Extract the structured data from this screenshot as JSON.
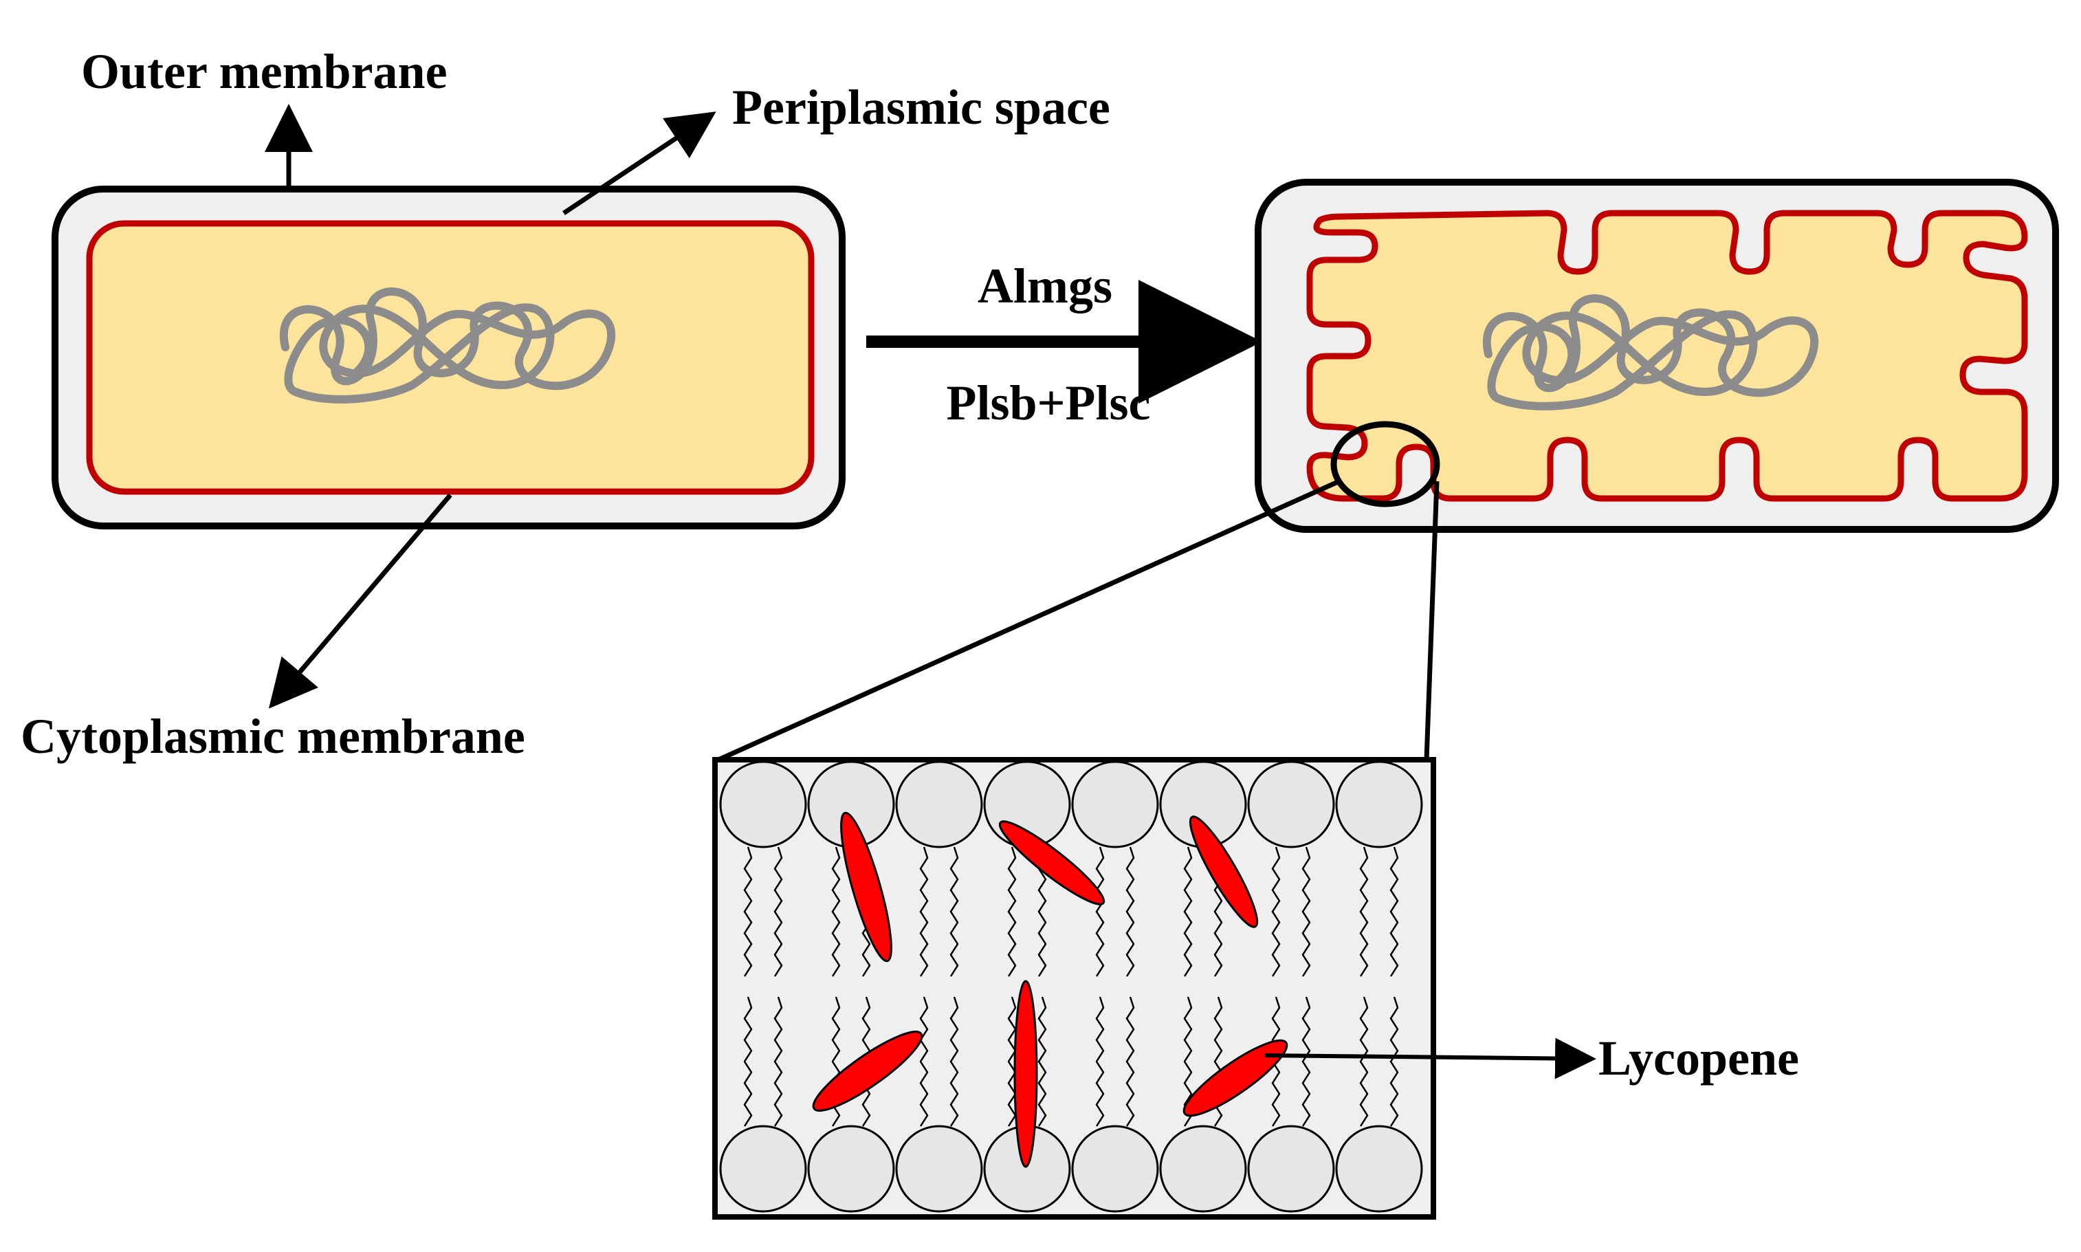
{
  "labels": {
    "outer_membrane": "Outer membrane",
    "periplasmic_space": "Periplasmic space",
    "cytoplasmic_membrane": "Cytoplasmic membrane",
    "enzyme_top": "Almgs",
    "enzyme_bottom": "Plsb+Plsc",
    "lycopene": "Lycopene"
  },
  "colors": {
    "outer_membrane_fill": "#efefef",
    "cytoplasm_fill": "#fde49c",
    "cytoplasmic_membrane_stroke": "#c00000",
    "dna_stroke": "#8c8c8c",
    "lipid_head_fill": "#e6e6e6",
    "lycopene_fill": "#ff0000",
    "outline": "#000000"
  },
  "icons": {
    "dna": "dna-coil-icon",
    "lipid": "phospholipid-icon",
    "lycopene": "lycopene-ellipse-icon"
  }
}
